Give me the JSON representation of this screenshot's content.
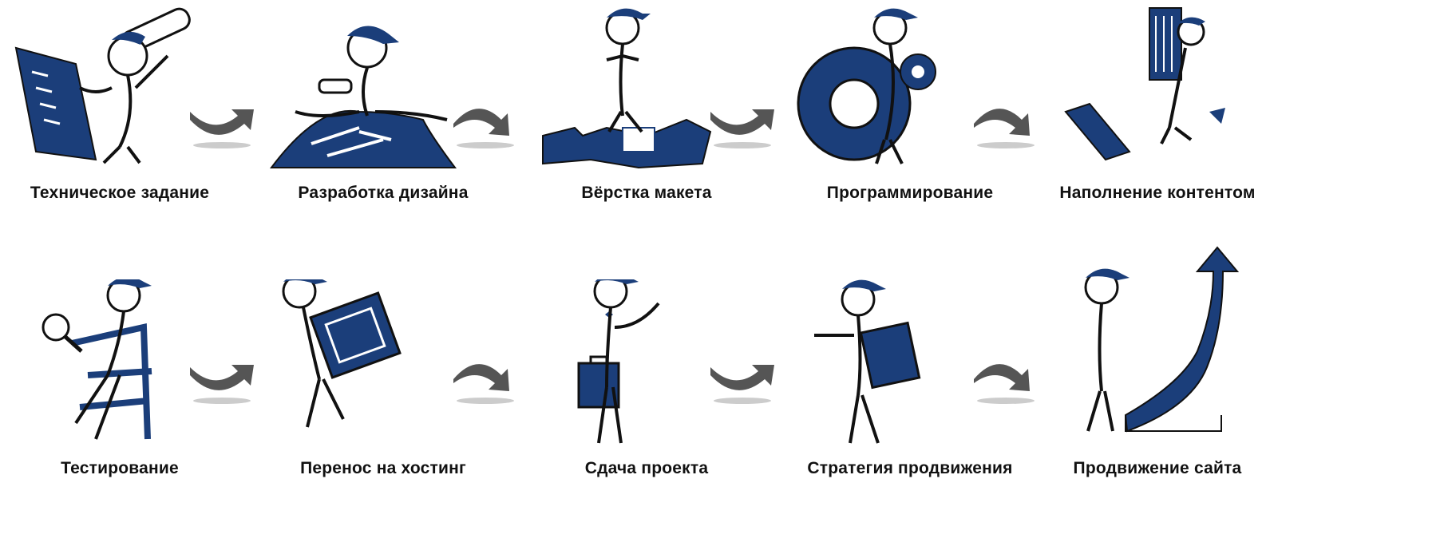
{
  "colors": {
    "primary": "#1b3e7a",
    "outline": "#111111",
    "arrow": "#555555"
  },
  "rows": [
    {
      "steps": [
        {
          "label": "Техническое задание",
          "icon": "spec-scroll-icon"
        },
        {
          "label": "Разработка дизайна",
          "icon": "design-blueprint-icon"
        },
        {
          "label": "Вёрстка макета",
          "icon": "layout-puzzle-icon"
        },
        {
          "label": "Программирование",
          "icon": "programming-gear-icon"
        },
        {
          "label": "Наполнение контентом",
          "icon": "content-server-icon"
        }
      ]
    },
    {
      "steps": [
        {
          "label": "Тестирование",
          "icon": "testing-magnifier-icon"
        },
        {
          "label": "Перенос на хостинг",
          "icon": "hosting-box-icon"
        },
        {
          "label": "Сдача проекта",
          "icon": "delivery-briefcase-icon"
        },
        {
          "label": "Стратегия продвижения",
          "icon": "strategy-folder-icon"
        },
        {
          "label": "Продвижение сайта",
          "icon": "promotion-stairs-icon"
        }
      ]
    }
  ]
}
